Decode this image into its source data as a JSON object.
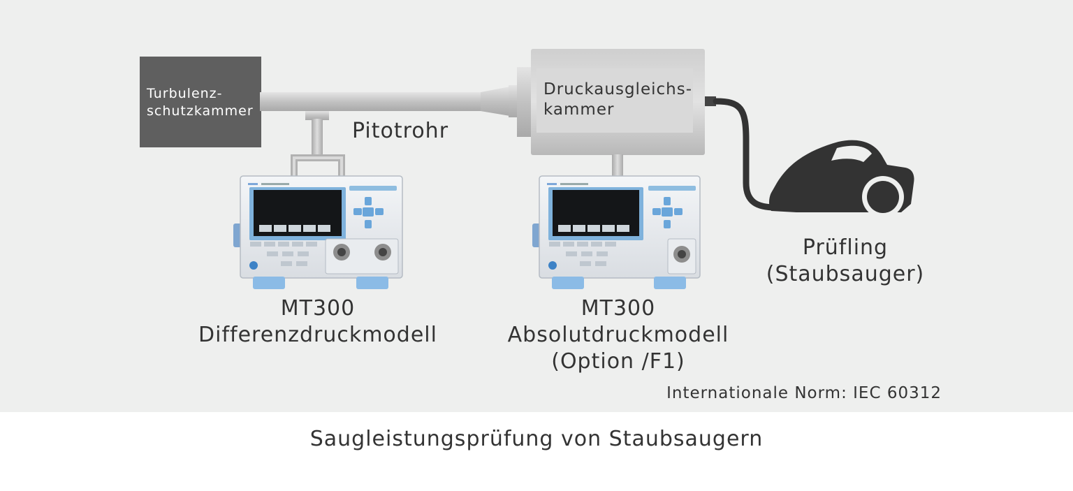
{
  "labels": {
    "turbulence_chamber": [
      "Turbulenz-",
      "schutzkammer"
    ],
    "pressure_chamber": [
      "Druckausgleichs-",
      "kammer"
    ],
    "pitot": "Pitotrohr",
    "dut": [
      "Prüfling",
      "(Staubsauger)"
    ],
    "device1": [
      "MT300",
      "Differenzdruckmodell"
    ],
    "device2": [
      "MT300",
      "Absolutdruckmodell",
      "(Option /F1)"
    ],
    "norm": "Internationale Norm: IEC 60312",
    "caption": "Saugleistungsprüfung von Staubsaugern"
  },
  "icons": [
    "vacuum-cleaner-icon",
    "pressure-gauge-device-icon"
  ],
  "colors": {
    "panel_bg": "#eeefee",
    "dark_box": "#5f5f5f",
    "pipe": "#c8c8c8",
    "device_frame": "#9ecbe6",
    "vacuum": "#333333",
    "text": "#333333"
  }
}
